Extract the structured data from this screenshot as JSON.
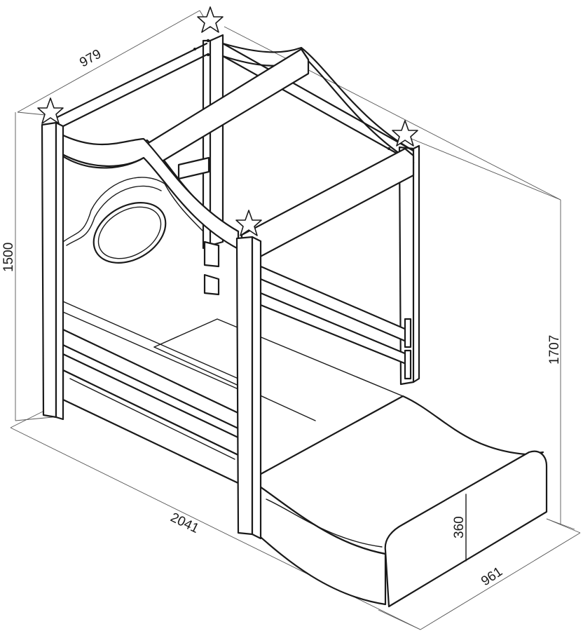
{
  "dimensions": {
    "width_top": "979",
    "height_left": "1500",
    "height_right": "1707",
    "length": "2041",
    "footboard_height": "360",
    "width_bottom": "961"
  }
}
